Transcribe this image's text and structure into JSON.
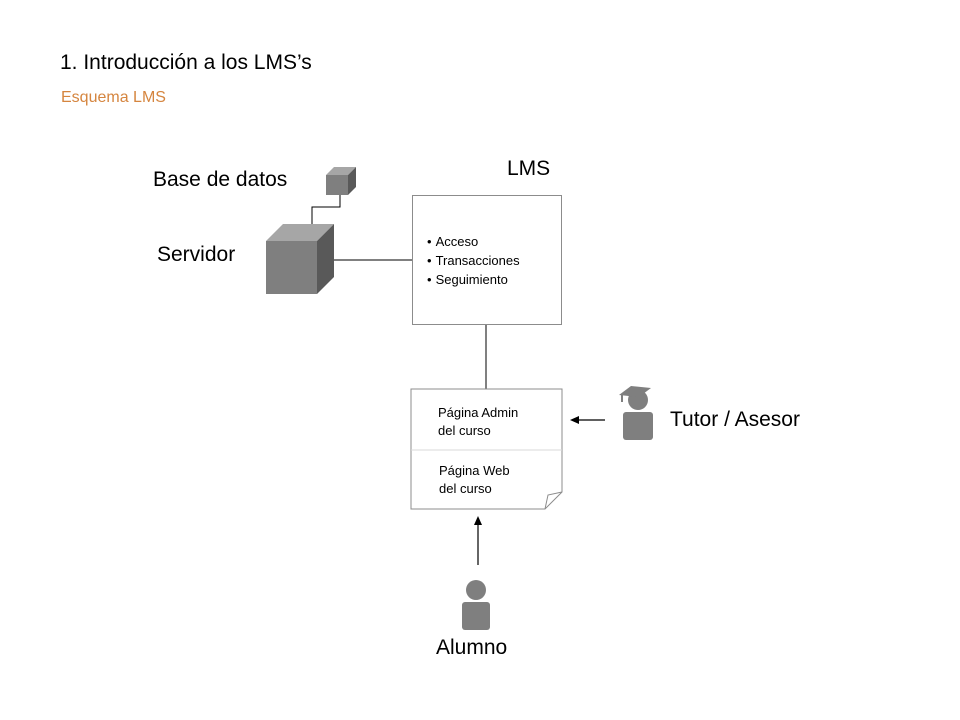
{
  "header": {
    "title": "1. Introducción a los LMS’s",
    "subtitle": "Esquema LMS"
  },
  "diagram": {
    "labels": {
      "database": "Base de datos",
      "server": "Servidor",
      "lms": "LMS",
      "tutor": "Tutor / Asesor",
      "student": "Alumno"
    },
    "lms_features": [
      "Acceso",
      "Transacciones",
      "Seguimiento"
    ],
    "course_pages": {
      "admin_line1": "Página Admin",
      "admin_line2": "del curso",
      "web_line1": "Página Web",
      "web_line2": "del curso"
    },
    "icons": {
      "database": "cube-icon",
      "server": "cube-icon",
      "tutor": "graduate-person-icon",
      "student": "person-icon"
    }
  },
  "colors": {
    "subtitle": "#d5853f",
    "shape_fill": "#7f7f7f",
    "shape_light": "#a6a6a6",
    "shape_dark": "#595959",
    "border": "#8c8c8c"
  }
}
